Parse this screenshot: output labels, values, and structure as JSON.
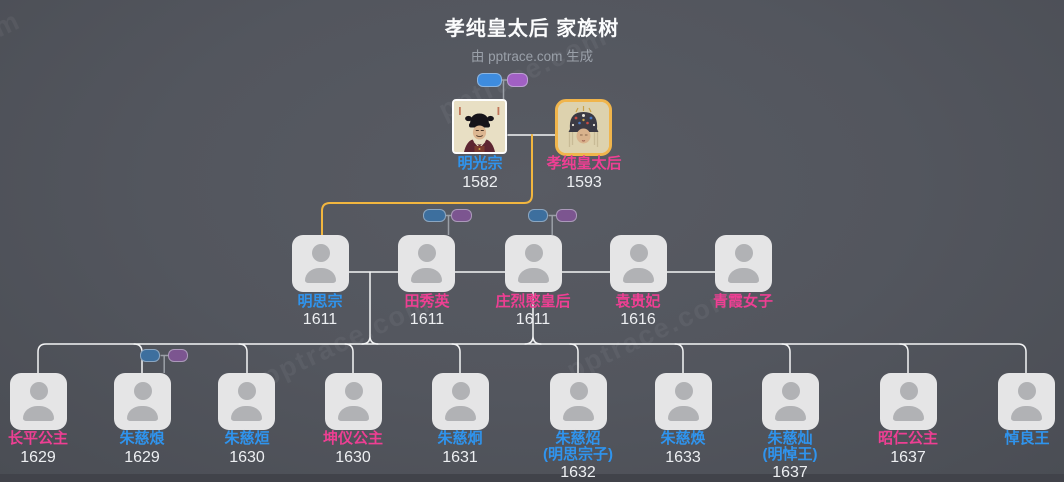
{
  "page": {
    "title": "孝纯皇太后 家族树",
    "subtitle": "由 pptrace.com 生成",
    "watermark": "pptrace.com"
  },
  "colors": {
    "background": "#53565e",
    "male_name": "#2f94ee",
    "female_name": "#ee3f93",
    "year_text": "#edeff2",
    "connector_line": "#f4f5f6",
    "highlight_line": "#f2b63f",
    "highlight_border": "#f0b54c",
    "node_background": "#e5e5e6",
    "silhouette": "#b1b2b5",
    "father_pill": "#3e8cdf",
    "mother_pill": "#a160c4",
    "father_pill_muted": "#3d6f9e",
    "mother_pill_muted": "#7c5590"
  },
  "tree": {
    "generation1": [
      {
        "name": "明光宗",
        "year": "1582",
        "gender": "male",
        "portrait": "ming-guangzong-painting"
      },
      {
        "name": "孝纯皇太后",
        "year": "1593",
        "gender": "female",
        "portrait": "empress-dowager-xiaochun-painting",
        "highlighted": true
      }
    ],
    "generation2": [
      {
        "name": "明思宗",
        "year": "1611",
        "gender": "male"
      },
      {
        "name": "田秀英",
        "year": "1611",
        "gender": "female"
      },
      {
        "name": "庄烈愍皇后",
        "year": "1611",
        "gender": "female"
      },
      {
        "name": "袁贵妃",
        "year": "1616",
        "gender": "female"
      },
      {
        "name": "青霞女子",
        "year": "",
        "gender": "female"
      }
    ],
    "generation3": [
      {
        "name": "长平公主",
        "year": "1629",
        "gender": "female"
      },
      {
        "name": "朱慈烺",
        "year": "1629",
        "gender": "male"
      },
      {
        "name": "朱慈烜",
        "year": "1630",
        "gender": "male"
      },
      {
        "name": "坤仪公主",
        "year": "1630",
        "gender": "female"
      },
      {
        "name": "朱慈炯",
        "year": "1631",
        "gender": "male"
      },
      {
        "name": "朱慈炤",
        "name2": "(明思宗子)",
        "year": "1632",
        "gender": "male"
      },
      {
        "name": "朱慈焕",
        "year": "1633",
        "gender": "male"
      },
      {
        "name": "朱慈灿",
        "name2": "(明悼王)",
        "year": "1637",
        "gender": "male"
      },
      {
        "name": "昭仁公主",
        "year": "1637",
        "gender": "female"
      },
      {
        "name": "悼良王",
        "year": "",
        "gender": "male"
      }
    ]
  }
}
